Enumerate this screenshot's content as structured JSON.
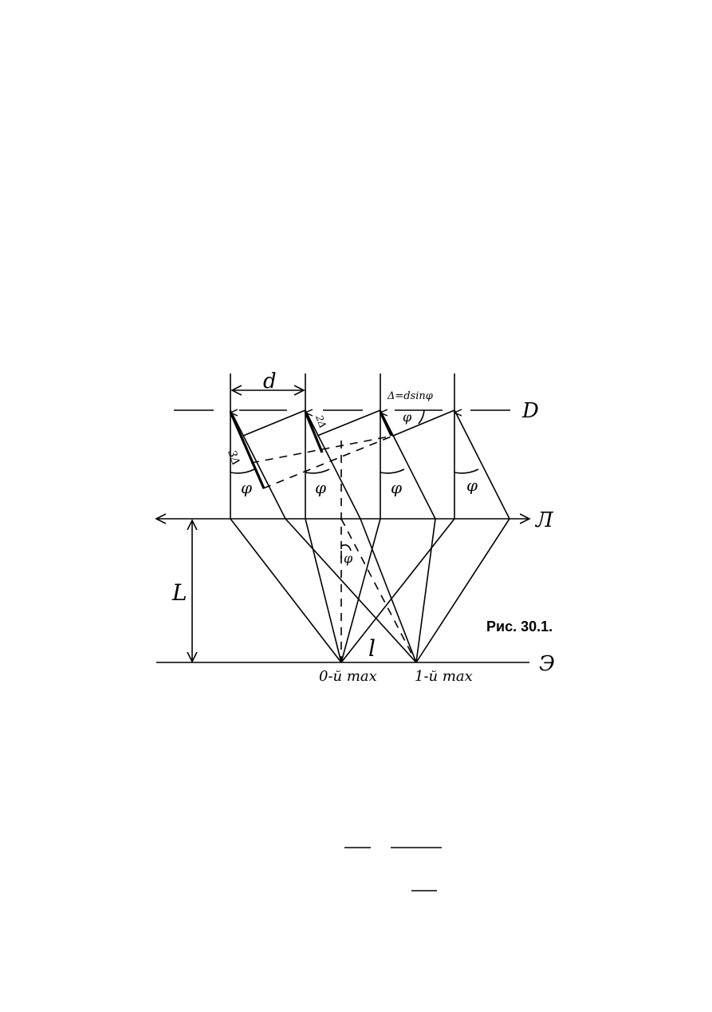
{
  "figure": {
    "caption": "Рис. 30.1.",
    "labels": {
      "slit_period": "d",
      "path_difference_formula": "Δ=dsinφ",
      "grating": "D",
      "lens": "Л",
      "screen": "Э",
      "distance": "L",
      "offset": "l",
      "angle": "φ",
      "path_2": "2Δ",
      "path_3": "3Δ",
      "max_0": "0-й max",
      "max_1": "1-й max"
    }
  },
  "fraction_marks": {
    "count": 3
  }
}
